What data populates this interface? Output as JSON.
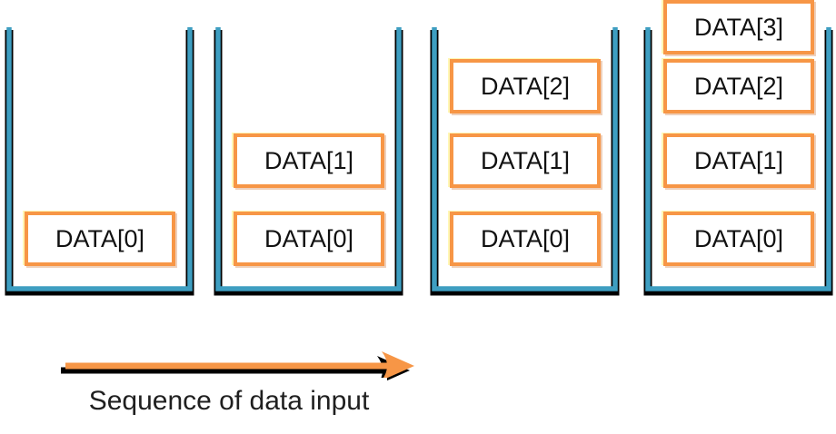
{
  "diagram": {
    "description_label": "Sequence of data input"
  },
  "stacks": [
    {
      "name": "stack-1",
      "items": [
        {
          "label": "DATA[0]"
        }
      ]
    },
    {
      "name": "stack-2",
      "items": [
        {
          "label": "DATA[0]"
        },
        {
          "label": "DATA[1]"
        }
      ]
    },
    {
      "name": "stack-3",
      "items": [
        {
          "label": "DATA[0]"
        },
        {
          "label": "DATA[1]"
        },
        {
          "label": "DATA[2]"
        }
      ]
    },
    {
      "name": "stack-4",
      "items": [
        {
          "label": "DATA[0]"
        },
        {
          "label": "DATA[1]"
        },
        {
          "label": "DATA[2]"
        },
        {
          "label": "DATA[3]"
        }
      ]
    }
  ],
  "icons": {
    "arrow": "right-arrow-icon"
  },
  "colors": {
    "wall_teal": "#3E9EC1",
    "wall_shadow": "#000000",
    "box_border_orange": "#F79646",
    "box_fill": "#FFFFFF",
    "box_text": "#111111",
    "arrow_orange": "#F79646",
    "arrow_shadow": "#000000",
    "caption_text": "#1F1F1F",
    "background": "#FFFFFF"
  }
}
